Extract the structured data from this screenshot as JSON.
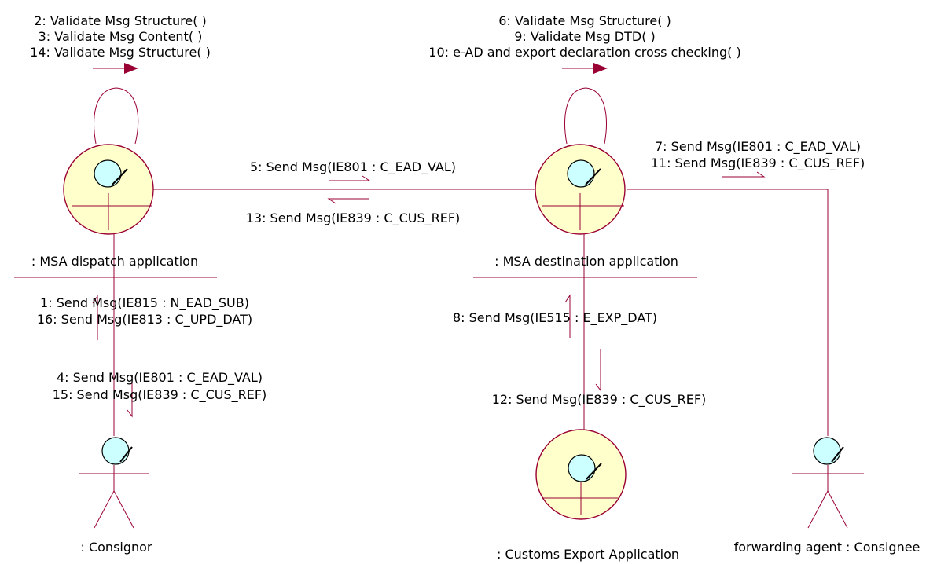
{
  "colors": {
    "line": "#990033",
    "control_fill": "#ffffcc",
    "clock_fill": "#ccffff",
    "background": "#ffffff"
  },
  "objects": {
    "dispatch": ": MSA dispatch application",
    "destination": ": MSA destination application",
    "consignor": ": Consignor",
    "customs": ": Customs Export Application",
    "consignee": "forwarding agent : Consignee"
  },
  "messages": {
    "dispatch_self": [
      "2: Validate Msg Structure( )",
      "3: Validate Msg Content( )",
      "14: Validate Msg Structure( )"
    ],
    "destination_self": [
      "6: Validate Msg Structure( )",
      "9: Validate Msg DTD( )",
      "10: e-AD and export declaration cross checking( )"
    ],
    "dispatch_to_destination": "5: Send Msg(IE801 : C_EAD_VAL)",
    "destination_to_dispatch": "13: Send Msg(IE839 : C_CUS_REF)",
    "destination_to_consignee": [
      "7: Send Msg(IE801 : C_EAD_VAL)",
      "11: Send Msg(IE839 : C_CUS_REF)"
    ],
    "consignor_to_dispatch": [
      "1: Send Msg(IE815 : N_EAD_SUB)",
      "16: Send Msg(IE813 : C_UPD_DAT)"
    ],
    "dispatch_to_consignor": [
      "4: Send Msg(IE801 : C_EAD_VAL)",
      "15: Send Msg(IE839 : C_CUS_REF)"
    ],
    "customs_to_destination": "8: Send Msg(IE515 : E_EXP_DAT)",
    "destination_to_customs": "12: Send Msg(IE839 : C_CUS_REF)"
  }
}
